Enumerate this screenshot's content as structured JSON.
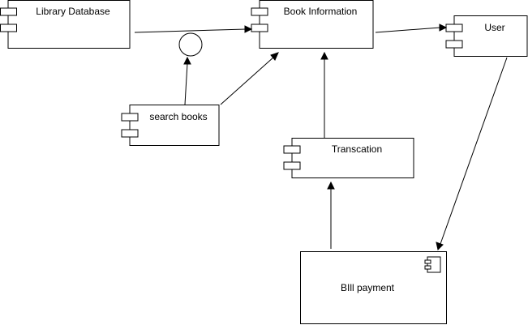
{
  "diagram": {
    "components": {
      "library_database": "Library Database",
      "book_information": "Book Information",
      "user": "User",
      "search_books": "search books",
      "transaction": "Transcation",
      "bill_payment": "BIll payment"
    }
  }
}
